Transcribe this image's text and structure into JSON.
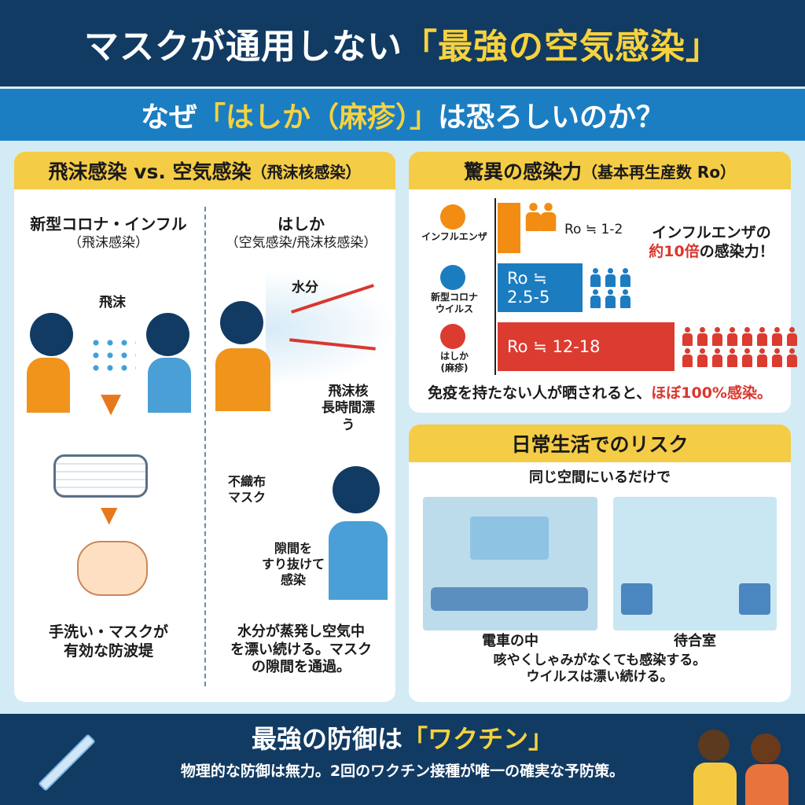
{
  "header": {
    "title_pre": "マスクが通用しない",
    "title_hl": "「最強の空気感染」"
  },
  "subtitle": {
    "pre": "なぜ",
    "hl": "「はしか（麻疹）」",
    "post": "は恐ろしいのか？"
  },
  "left_panel": {
    "title": "飛沫感染 vs. 空気感染",
    "title_small": "（飛沫核感染）",
    "col1": {
      "heading": "新型コロナ・インフル",
      "sub": "（飛沫感染）",
      "droplet_label": "飛沫",
      "caption": "手洗い・マスクが\n有効な防波堤"
    },
    "col2": {
      "heading": "はしか",
      "sub": "（空気感染/飛沫核感染）",
      "water_label": "水分",
      "nuclei_label": "飛沫核\n長時間漂う",
      "mask_label": "不織布\nマスク",
      "gap_label": "隙間を\nすり抜けて\n感染",
      "caption": "水分が蒸発し空気中\nを漂い続ける。マスク\nの隙間を通過。"
    }
  },
  "r0_panel": {
    "title": "驚異の感染力",
    "title_small": "（基本再生産数 Ro）",
    "callout_1": "インフルエンザの",
    "callout_hl": "約10倍",
    "callout_2": "の感染力！",
    "footer_pre": "免疫を持たない人が晒されると、",
    "footer_hl": "ほぼ100%感染。"
  },
  "chart_data": {
    "type": "bar",
    "title": "驚異の感染力（基本再生産数 Ro）",
    "categories": [
      "インフルエンザ",
      "新型コロナ\nウイルス",
      "はしか\n(麻疹)"
    ],
    "labels": [
      "Ro ≒ 1-2",
      "Ro ≒ 2.5-5",
      "Ro ≒ 12-18"
    ],
    "ranges": [
      [
        1,
        2
      ],
      [
        2.5,
        5
      ],
      [
        12,
        18
      ]
    ],
    "people_icons": [
      2,
      6,
      16
    ],
    "colors": [
      "#f28c12",
      "#1c7cc0",
      "#dc3b30"
    ]
  },
  "risk_panel": {
    "title": "日常生活でのリスク",
    "lead": "同じ空間にいるだけで",
    "scene1": "電車の中",
    "scene2": "待合室",
    "caption": "咳やくしゃみがなくても感染する。\nウイルスは漂い続ける。"
  },
  "footer": {
    "title_pre": "最強の防御は",
    "title_hl": "「ワクチン」",
    "text": "物理的な防御は無力。2回のワクチン接種が唯一の確実な予防策。"
  }
}
